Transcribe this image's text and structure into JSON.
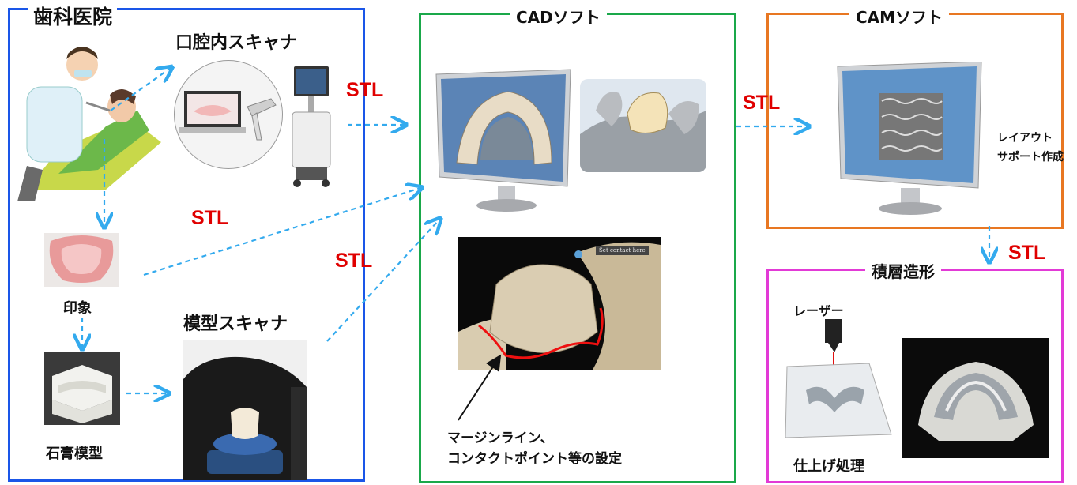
{
  "panels": {
    "clinic": {
      "title": "歯科医院",
      "color": "#1a56e8"
    },
    "cad": {
      "title": "CADソフト",
      "color": "#1aa84a"
    },
    "cam": {
      "title": "CAMソフト",
      "color": "#e87722"
    },
    "additive": {
      "title": "積層造形",
      "color": "#e23ad6"
    }
  },
  "labels": {
    "intraoral_scanner": "口腔内スキャナ",
    "impression": "印象",
    "plaster_model": "石膏模型",
    "model_scanner": "模型スキャナ",
    "margin_line_1": "マージンライン、",
    "margin_line_2": "コンタクトポイント等の設定",
    "cam_text_1": "レイアウト",
    "cam_text_2": "サポート作成",
    "laser": "レーザー",
    "finishing": "仕上げ処理",
    "contact_tooltip": "Set contact here"
  },
  "stl": {
    "a": "STL",
    "b": "STL",
    "c": "STL",
    "d": "STL",
    "e": "STL"
  },
  "colors": {
    "stl": "#e00000",
    "arrow": "#33aaee"
  }
}
